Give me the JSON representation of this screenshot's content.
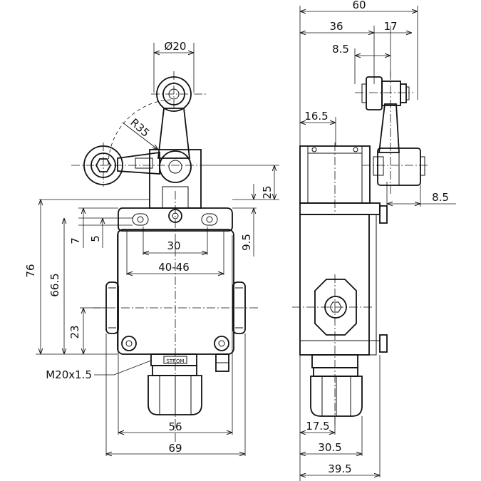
{
  "dimensions": {
    "front": {
      "roller_diameter": "Ø20",
      "lever_radius": "R35",
      "height_total": "76",
      "height_body": "66.5",
      "height_gland": "23",
      "mount_offset_a": "7",
      "mount_offset_b": "5",
      "hole_spacing": "30",
      "mount_range": "40-46",
      "body_width": "56",
      "overall_width": "69",
      "thread": "M20x1.5",
      "lever_height": "25",
      "axis_height": "9.5"
    },
    "side": {
      "overall_depth": "60",
      "roller_pos": "36",
      "roller_offset": "17",
      "roller_width": "8.5",
      "head_depth": "16.5",
      "lever_thickness": "8.5",
      "gland_pos": "17.5",
      "body_depth": "30.5",
      "total_depth": "39.5"
    }
  },
  "label_plate": "STROM"
}
